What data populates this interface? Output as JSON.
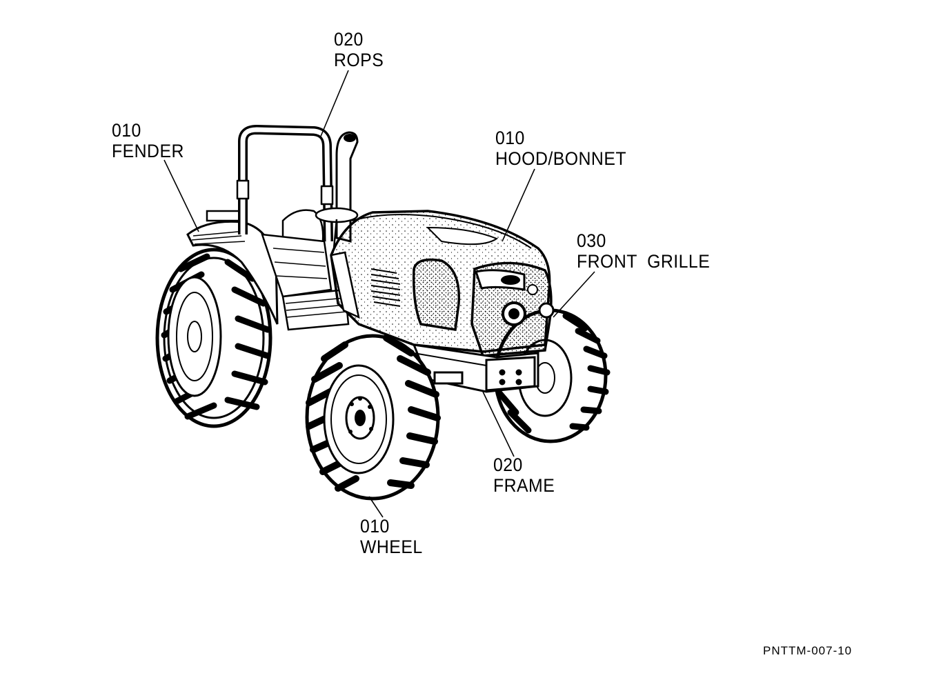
{
  "callouts": {
    "rops": {
      "code": "020",
      "name": "ROPS"
    },
    "fender": {
      "code": "010",
      "name": "FENDER"
    },
    "hood": {
      "code": "010",
      "name": "HOOD/BONNET"
    },
    "grille": {
      "code": "030",
      "name": "FRONT  GRILLE"
    },
    "frame": {
      "code": "020",
      "name": "FRAME"
    },
    "wheel": {
      "code": "010",
      "name": "WHEEL"
    }
  },
  "drawing_code": "PNTTM-007-10",
  "colors": {
    "ink": "#000000",
    "paper": "#ffffff",
    "shade": "#888888"
  }
}
